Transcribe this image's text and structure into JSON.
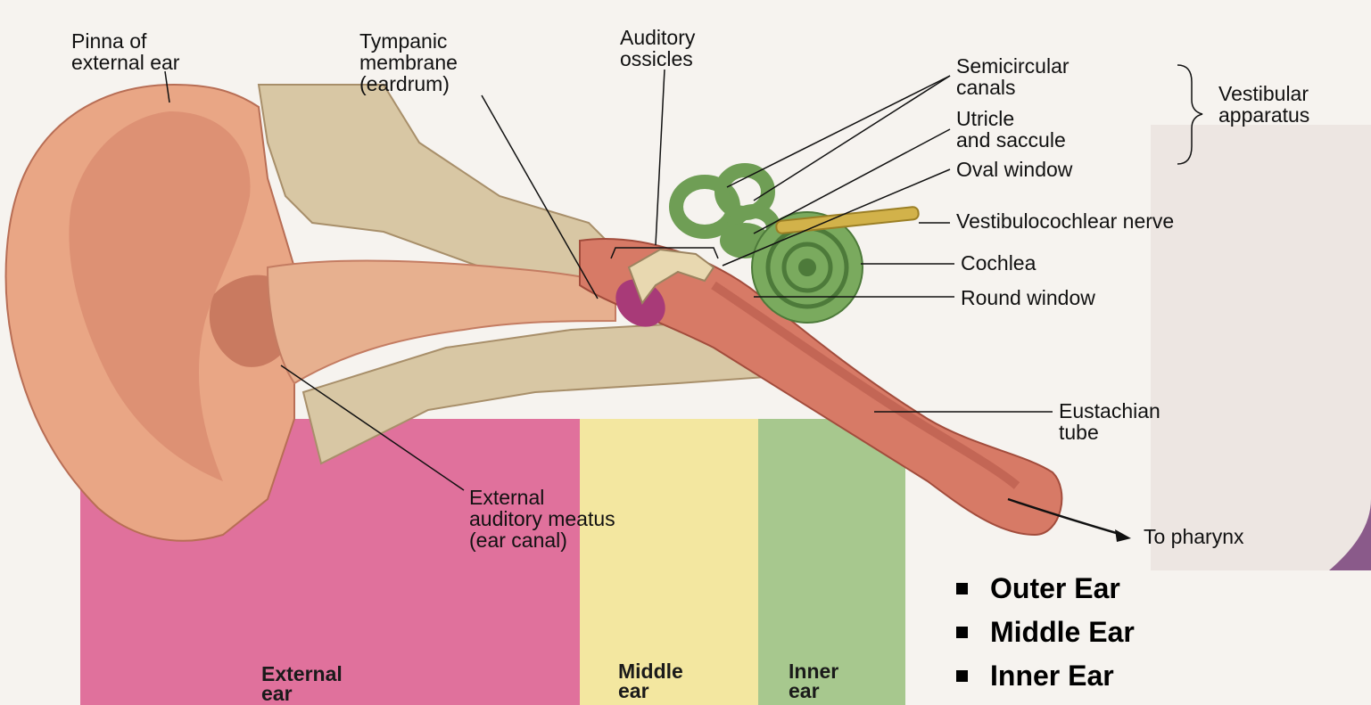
{
  "labels": {
    "pinna": [
      "Pinna of",
      "external ear"
    ],
    "tympanic": [
      "Tympanic",
      "membrane",
      "(eardrum)"
    ],
    "ossicles": [
      "Auditory",
      "ossicles"
    ],
    "semicircular": [
      "Semicircular",
      "canals"
    ],
    "utricle": [
      "Utricle",
      "and saccule"
    ],
    "vestibular": [
      "Vestibular",
      "apparatus"
    ],
    "oval_window": "Oval window",
    "nerve": "Vestibulocochlear nerve",
    "cochlea": "Cochlea",
    "round_window": "Round window",
    "eustachian": [
      "Eustachian",
      "tube"
    ],
    "meatus": [
      "External",
      "auditory meatus",
      "(ear canal)"
    ],
    "pharynx": "To pharynx"
  },
  "zones": {
    "external": [
      "External",
      "ear"
    ],
    "middle": [
      "Middle",
      "ear"
    ],
    "inner": [
      "Inner",
      "ear"
    ]
  },
  "bullets": [
    "Outer Ear",
    "Middle Ear",
    "Inner Ear"
  ],
  "colors": {
    "external_zone": "#e0719c",
    "middle_zone": "#f3e7a0",
    "inner_zone": "#a7c88e",
    "skin": "#e9a685",
    "canal": "#d77a66",
    "bone": "#d8c7a4",
    "inner_ear": "#6f9e55",
    "eardrum": "#a83a78",
    "nerve": "#d2b24a"
  }
}
